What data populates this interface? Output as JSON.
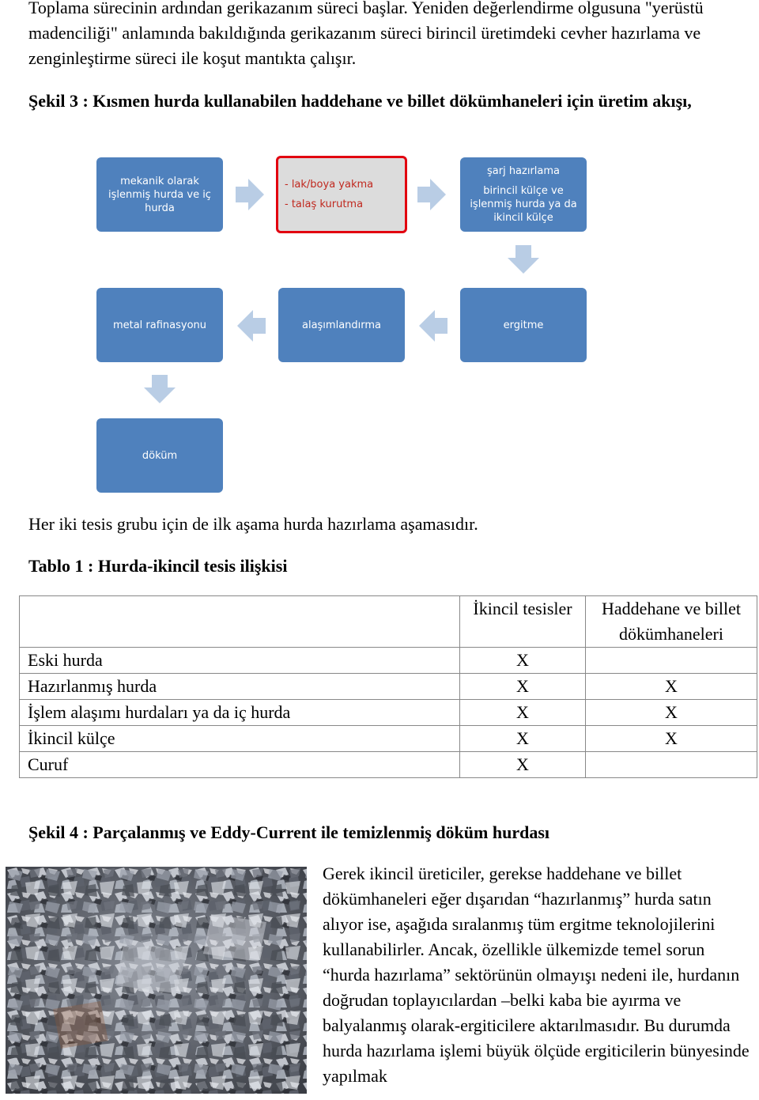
{
  "intro": "Toplama sürecinin ardından gerikazanım süreci başlar. Yeniden değerlendirme olgusuna \"yerüstü madenciliği\" anlamında bakıldığında gerikazanım süreci birincil üretimdeki cevher hazırlama ve zenginleştirme süreci ile koşut mantıkta çalışır.",
  "figure3": {
    "caption": "Şekil 3 : Kısmen hurda kullanabilen haddehane ve billet dökümhaneleri için üretim akışı,",
    "steps": {
      "scrap": "mekanik olarak işlenmiş hurda ve iç hurda",
      "burn_1": "- lak/boya yakma",
      "burn_2": "- talaş kurutma",
      "charge_title": "şarj hazırlama",
      "charge_body": "birincil külçe ve işlenmiş hurda ya da ikincil külçe",
      "melting": "ergitme",
      "alloying": "alaşımlandırma",
      "refining": "metal rafinasyonu",
      "casting": "döküm"
    },
    "colors": {
      "box": "#4f81bd",
      "arrow": "#b9cde5",
      "highlight_border": "#e2000f"
    }
  },
  "after_figure": "Her iki tesis grubu için de ilk aşama hurda hazırlama aşamasıdır.",
  "table1": {
    "caption": "Tablo 1 : Hurda-ikincil tesis ilişkisi",
    "headers": [
      "",
      "İkincil tesisler",
      "Haddehane ve billet dökümhaneleri"
    ],
    "rows": [
      [
        "Eski hurda",
        "X",
        ""
      ],
      [
        "Hazırlanmış hurda",
        "X",
        "X"
      ],
      [
        "İşlem alaşımı hurdaları ya da iç hurda",
        "X",
        "X"
      ],
      [
        "İkincil külçe",
        "X",
        "X"
      ],
      [
        "Curuf",
        "X",
        ""
      ]
    ]
  },
  "figure4": {
    "caption": "Şekil 4 : Parçalanmış ve Eddy-Current ile temizlenmiş döküm hurdası"
  },
  "closing": "Gerek ikincil üreticiler, gerekse haddehane ve billet dökümhaneleri eğer dışarıdan “hazırlanmış” hurda satın alıyor ise, aşağıda sıralanmış tüm ergitme teknolojilerini kullanabilirler. Ancak, özellikle ülkemizde temel sorun “hurda hazırlama” sektörünün olmayışı nedeni ile, hurdanın doğrudan toplayıcılardan –belki kaba bie ayırma ve balyalanmış olarak-ergiticilere aktarılmasıdır. Bu durumda hurda hazırlama işlemi büyük ölçüde ergiticilerin bünyesinde yapılmak"
}
